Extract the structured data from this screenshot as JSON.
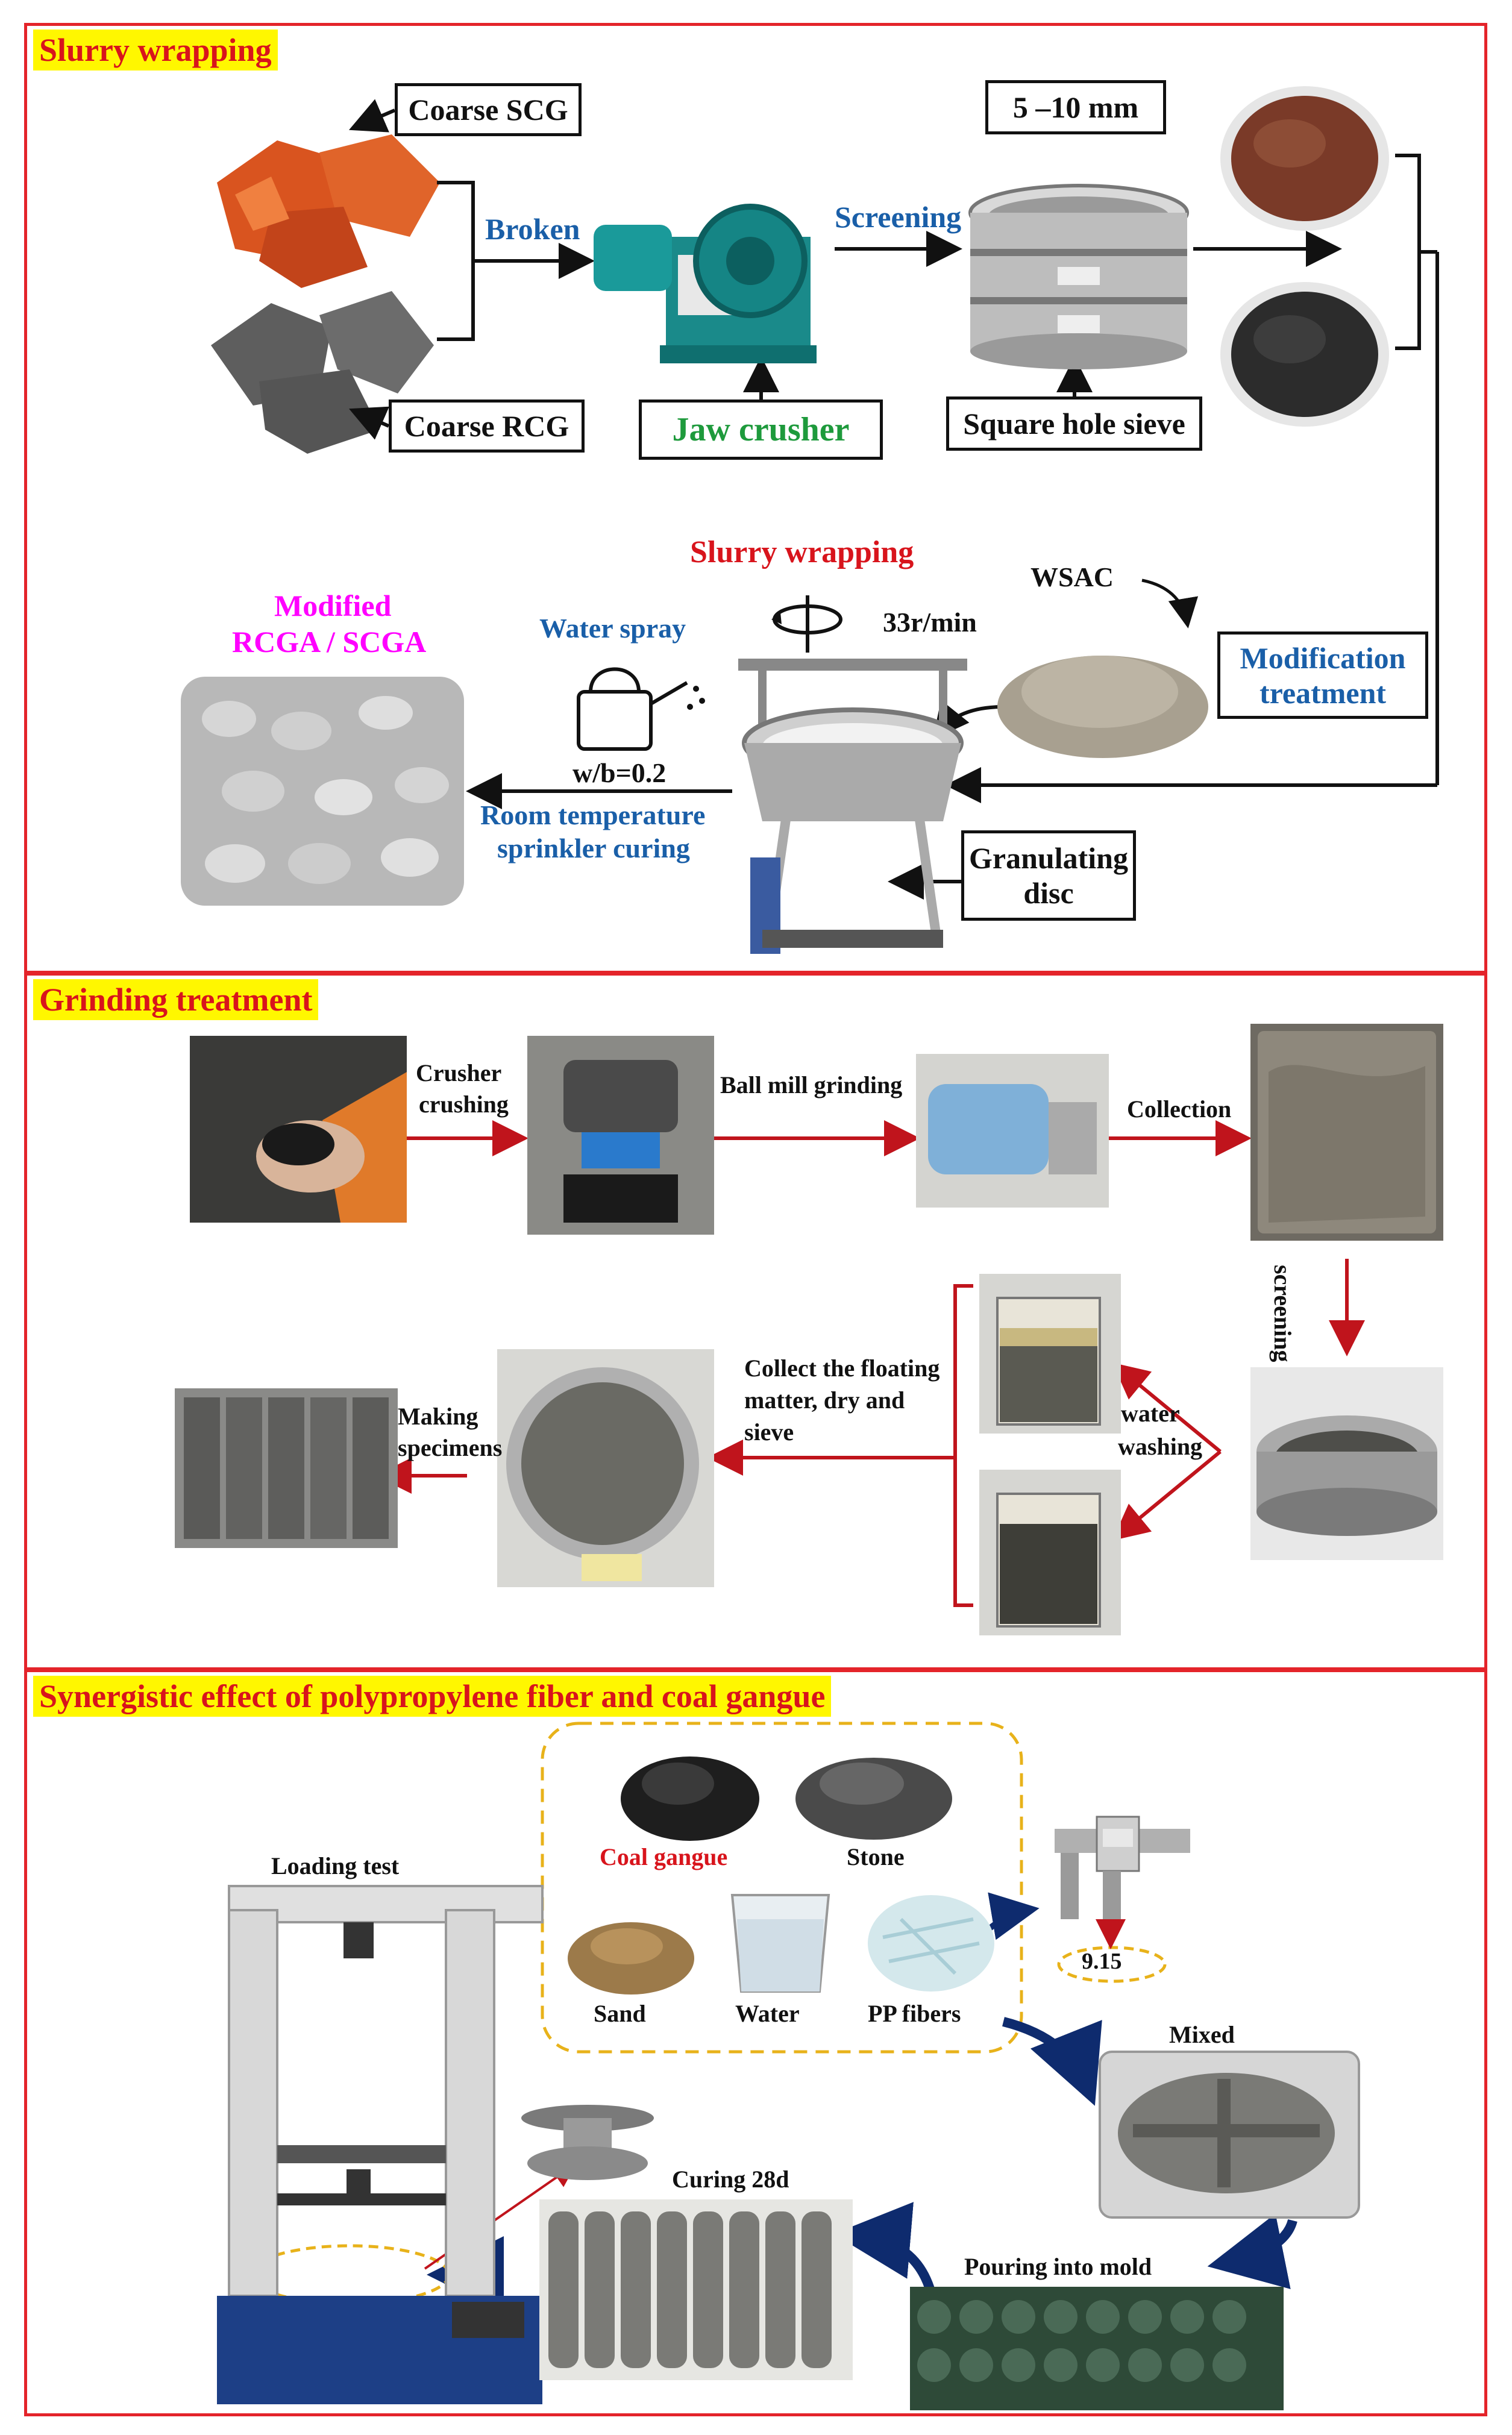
{
  "colors": {
    "panel_border": "#e4242a",
    "title_bg": "#fff700",
    "title_text": "#d8141c",
    "blue_text": "#1a5fa8",
    "green_text": "#1e9a3c",
    "magenta_text": "#ff00ff",
    "arrow_red": "#c0141c",
    "arrow_navy": "#0e2b6e",
    "dash_yellow": "#e8b21a"
  },
  "panel1": {
    "title": "Slurry wrapping",
    "coarse_scg": "Coarse SCG",
    "coarse_rcg": "Coarse RCG",
    "broken": "Broken",
    "screening": "Screening",
    "jaw_crusher": "Jaw crusher",
    "size_range": "5 –10 mm",
    "square_hole_sieve": "Square hole sieve",
    "slurry_wrapping": "Slurry wrapping",
    "speed": "33r/min",
    "wsac": "WSAC",
    "modification_line1": "Modification",
    "modification_line2": "treatment",
    "water_spray": "Water spray",
    "wb_ratio": "w/b=0.2",
    "modified_line1": "Modified",
    "modified_line2": "RCGA / SCGA",
    "curing_line1": "Room temperature",
    "curing_line2": "sprinkler curing",
    "granulating_line1": "Granulating",
    "granulating_line2": "disc"
  },
  "panel2": {
    "title": "Grinding treatment",
    "crusher_line1": "Crusher",
    "crusher_line2": "crushing",
    "ball_mill": "Ball mill grinding",
    "collection": "Collection",
    "screening_vertical": "screening",
    "water_line1": "water",
    "water_line2": "washing",
    "collect_line1": "Collect the floating",
    "collect_line2": "matter, dry and",
    "collect_line3": "sieve",
    "making_line1": "Making",
    "making_line2": "specimens"
  },
  "panel3": {
    "title": "Synergistic effect of polypropylene fiber and coal gangue",
    "loading_test": "Loading test",
    "coal_gangue": "Coal gangue",
    "stone": "Stone",
    "sand": "Sand",
    "water": "Water",
    "pp_fibers": "PP fibers",
    "caliper_value": "9.15",
    "mixed": "Mixed",
    "curing": "Curing 28d",
    "pouring": "Pouring into mold"
  }
}
